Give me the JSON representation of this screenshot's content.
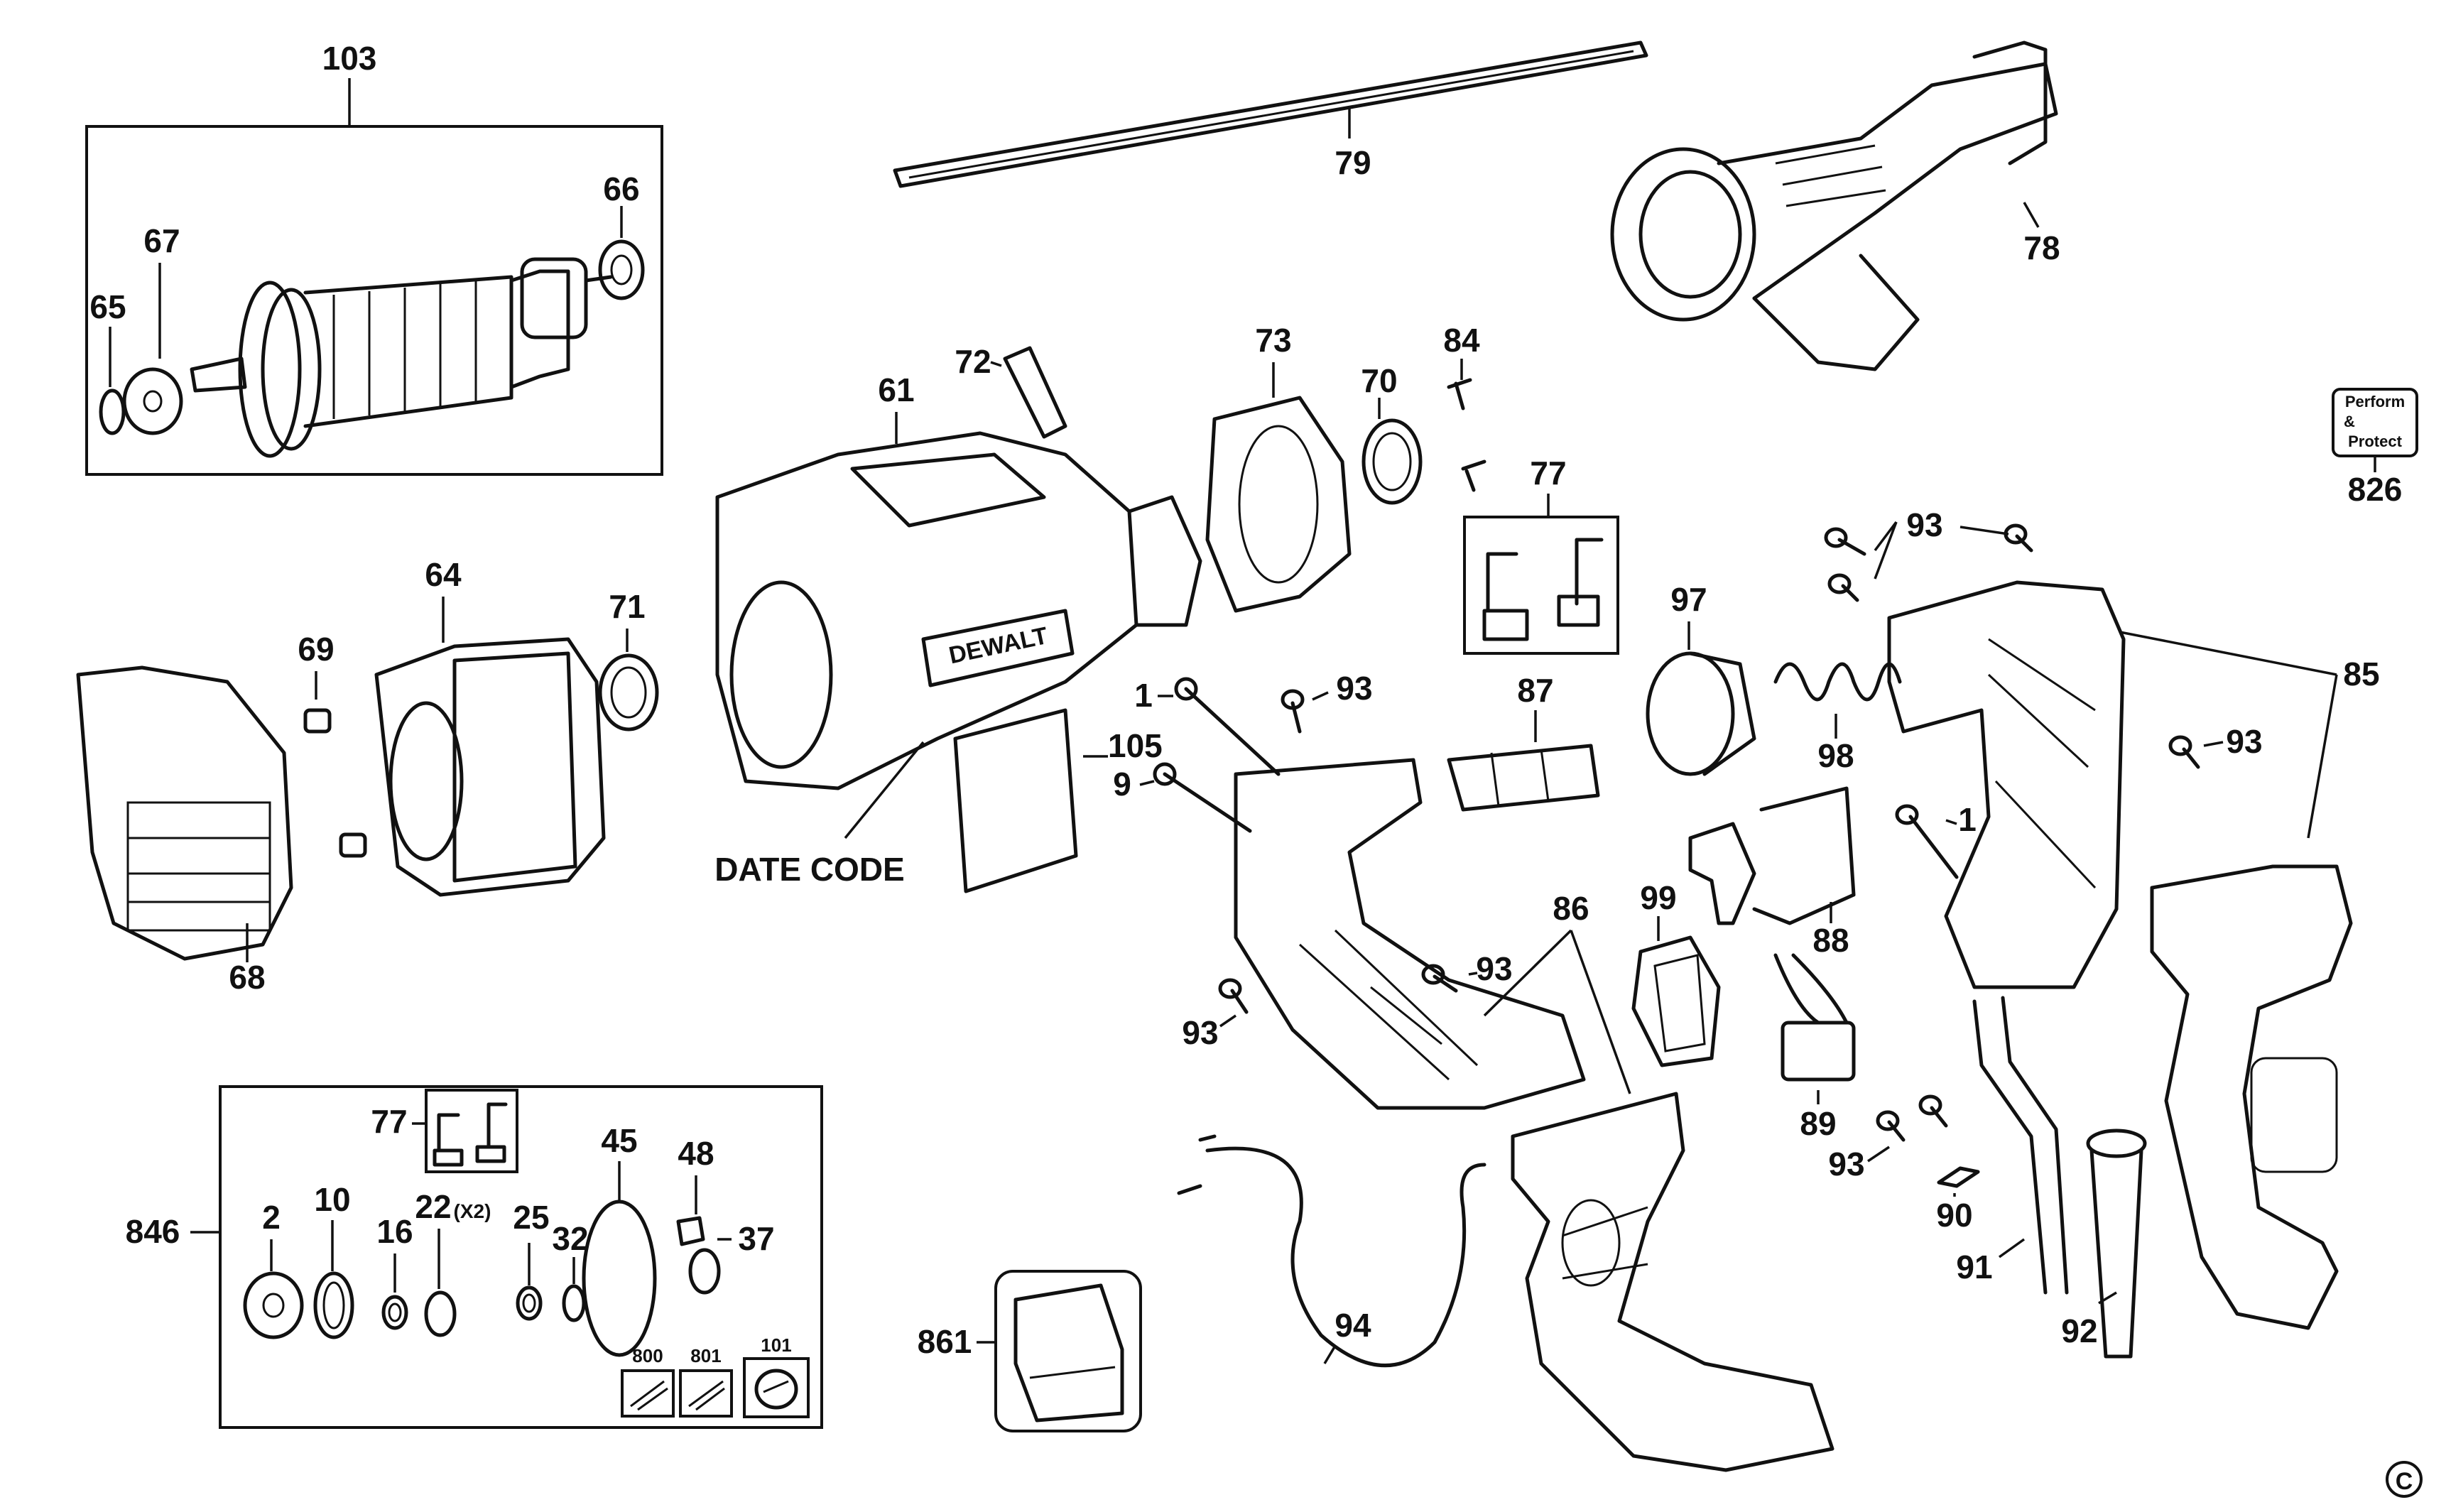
{
  "diagram": {
    "copyright_symbol": "C",
    "callouts": {
      "c103": "103",
      "c66": "66",
      "c67": "67",
      "c65": "65",
      "c79": "79",
      "c78": "78",
      "c61": "61",
      "c72": "72",
      "c73": "73",
      "c84": "84",
      "c70": "70",
      "c77a": "77",
      "c826": "826",
      "c93a": "93",
      "c64": "64",
      "c71": "71",
      "c69": "69",
      "c97": "97",
      "c85": "85",
      "c1a": "1",
      "c93b": "93",
      "c87": "87",
      "c105": "105",
      "c98": "98",
      "c93c": "93",
      "c9": "9",
      "c1b": "1",
      "c88": "88",
      "c99": "99",
      "c86": "86",
      "c68": "68",
      "c93d": "93",
      "c93e": "93",
      "c89": "89",
      "c93f": "93",
      "c90": "90",
      "c91": "91",
      "c92": "92",
      "c94": "94",
      "c861": "861",
      "c77b": "77",
      "c45": "45",
      "c48": "48",
      "c846": "846",
      "c2": "2",
      "c10": "10",
      "c16": "16",
      "c22": "22",
      "c22x": "(X2)",
      "c25": "25",
      "c32": "32",
      "c37": "37",
      "c800": "800",
      "c801": "801",
      "c101": "101"
    },
    "date_code_label": "DATE CODE",
    "brand_text": "DEWALT",
    "badge_826": [
      "Perform",
      "&",
      "Protect"
    ]
  }
}
